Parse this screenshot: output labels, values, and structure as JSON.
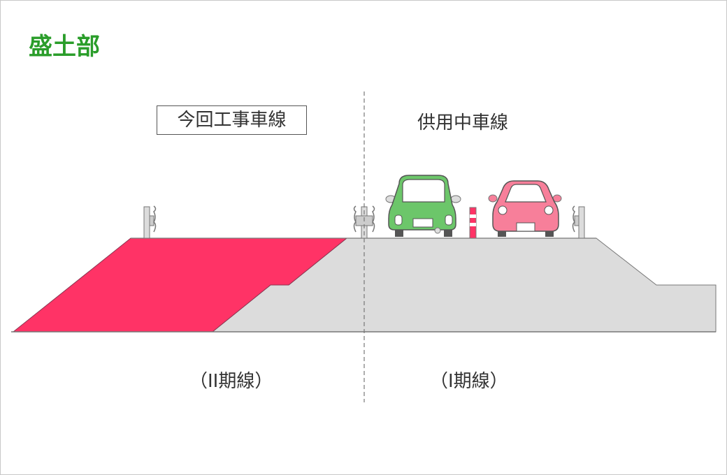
{
  "title": "盛土部",
  "labels": {
    "construction_lane": "今回工事車線",
    "in_service_lane": "供用中車線",
    "phase2": "（II期線）",
    "phase1": "（I期線）"
  },
  "colors": {
    "title": "#2a9d2a",
    "new_fill": "#ff3366",
    "existing_fill": "#dcdcdc",
    "green_car": "#6cc66a",
    "pink_car": "#f77f9a"
  }
}
